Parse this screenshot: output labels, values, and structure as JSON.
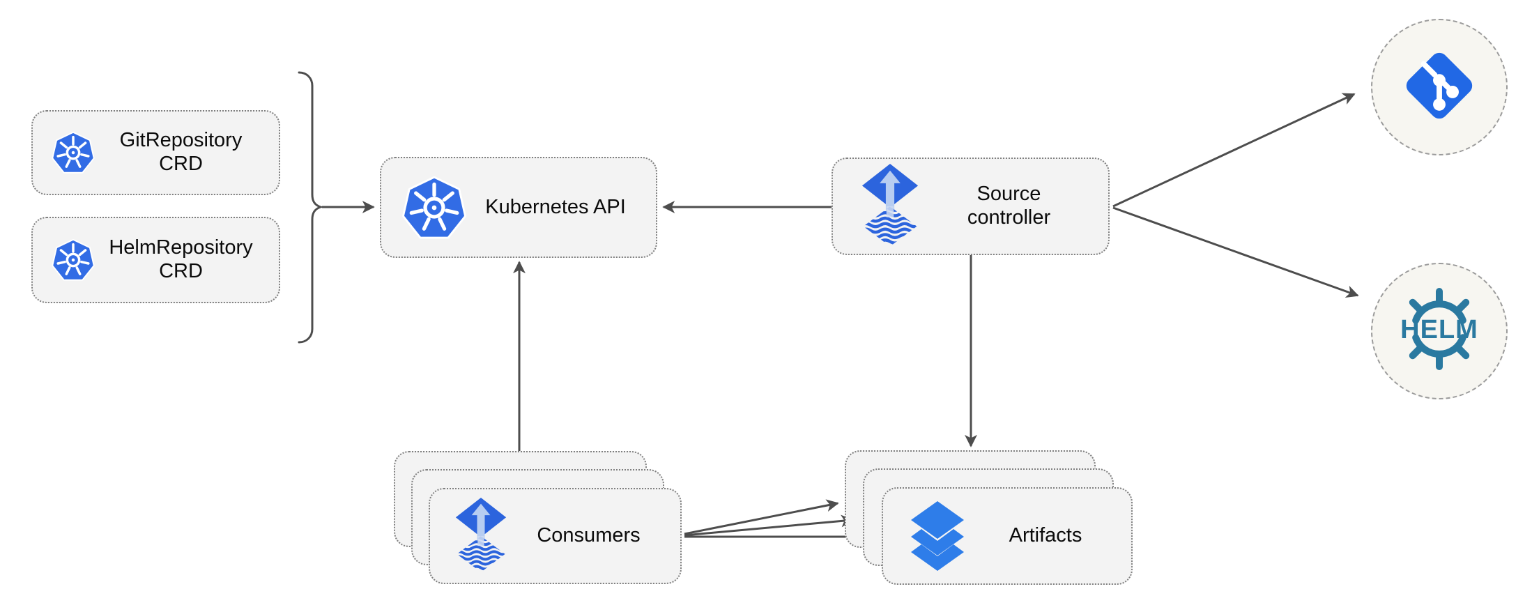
{
  "diagram": {
    "type": "architecture-diagram",
    "nodes": {
      "git_repo_crd": {
        "line1": "GitRepository",
        "line2": "CRD",
        "icon": "kubernetes-icon"
      },
      "helm_repo_crd": {
        "line1": "HelmRepository",
        "line2": "CRD",
        "icon": "kubernetes-icon"
      },
      "kubernetes_api": {
        "label": "Kubernetes API",
        "icon": "kubernetes-icon"
      },
      "source_controller": {
        "line1": "Source",
        "line2": "controller",
        "icon": "flux-icon"
      },
      "consumers": {
        "label": "Consumers",
        "stacked": 3,
        "icon": "flux-icon"
      },
      "artifacts": {
        "label": "Artifacts",
        "stacked": 3,
        "icon": "layers-icon"
      },
      "git": {
        "icon": "git-icon"
      },
      "helm": {
        "label": "HELM",
        "icon": "helm-wheel-icon"
      }
    },
    "edges": [
      {
        "from": [
          "git_repo_crd",
          "helm_repo_crd"
        ],
        "to": "kubernetes_api",
        "connector": "brace"
      },
      {
        "from": "source_controller",
        "to": "kubernetes_api"
      },
      {
        "from": "source_controller",
        "to": "git"
      },
      {
        "from": "source_controller",
        "to": "helm"
      },
      {
        "from": "source_controller",
        "to": "artifacts"
      },
      {
        "from": "consumers",
        "to": "kubernetes_api"
      },
      {
        "from": "consumers",
        "to": "artifacts",
        "arrows": 3
      }
    ],
    "colors": {
      "kubernetes_blue": "#326ce5",
      "flux_blue": "#2c64dd",
      "flux_arrow_light": "#b7cdf1",
      "git_blue": "#2168e5",
      "helm_teal": "#2a79a0",
      "layers_blue": "#2e7de9",
      "connector_gray": "#4d4d4d",
      "node_fill": "#f3f3f3",
      "circle_fill": "#f7f6f1"
    }
  }
}
